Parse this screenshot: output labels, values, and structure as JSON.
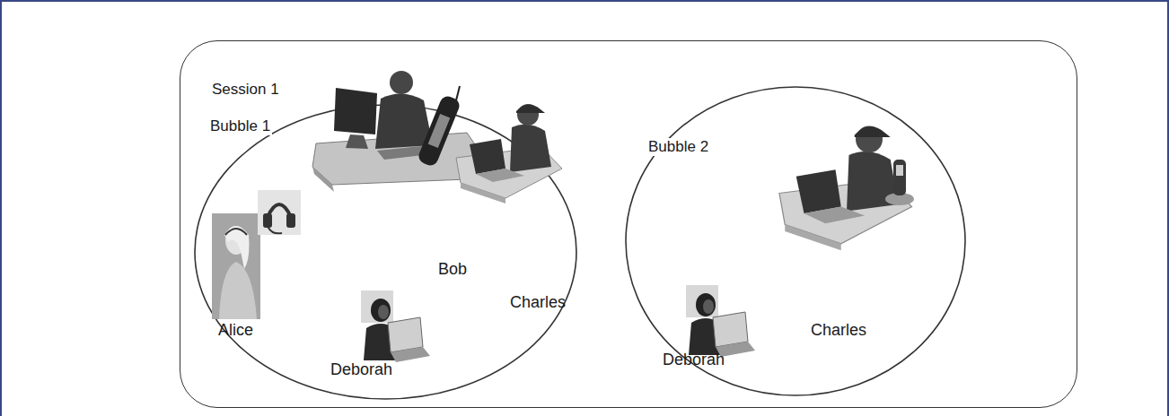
{
  "diagram": {
    "nodes": [
      {
        "text": [
          "Session 1"
        ]
      },
      {
        "text": [
          "Bubble 1"
        ],
        "in": 0
      },
      {
        "text": [
          "Bubble 2"
        ],
        "in": 0
      }
    ],
    "labels": [
      "Bob",
      "Charles",
      "Alice",
      "Deborah",
      "Charles",
      "Deborah"
    ]
  }
}
